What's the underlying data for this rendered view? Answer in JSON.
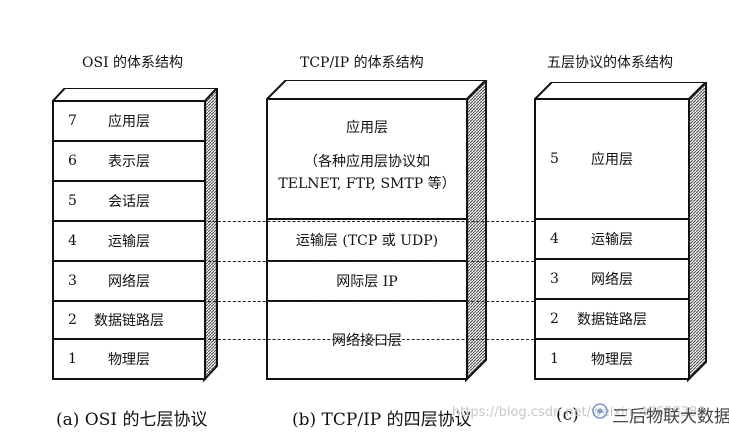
{
  "osi": {
    "title": "OSI 的体系结构",
    "layers": [
      {
        "num": "7",
        "name": "应用层"
      },
      {
        "num": "6",
        "name": "表示层"
      },
      {
        "num": "5",
        "name": "会话层"
      },
      {
        "num": "4",
        "name": "运输层"
      },
      {
        "num": "3",
        "name": "网络层"
      },
      {
        "num": "2",
        "name": "数据链路层"
      },
      {
        "num": "1",
        "name": "物理层"
      }
    ],
    "caption": "(a) OSI 的七层协议"
  },
  "tcpip": {
    "title": "TCP/IP 的体系结构",
    "app_line1": "应用层",
    "app_line2": "（各种应用层协议如",
    "app_line3": "TELNET, FTP, SMTP 等）",
    "transport": "运输层 (TCP 或 UDP)",
    "internet": "网际层 IP",
    "netif": "网络接口层",
    "caption": "(b) TCP/IP 的四层协议"
  },
  "five": {
    "title": "五层协议的体系结构",
    "layers": [
      {
        "num": "5",
        "name": "应用层"
      },
      {
        "num": "4",
        "name": "运输层"
      },
      {
        "num": "3",
        "name": "网络层"
      },
      {
        "num": "2",
        "name": "数据链路层"
      },
      {
        "num": "1",
        "name": "物理层"
      }
    ],
    "caption": "(c)"
  },
  "watermark": {
    "url": "https://blog.csdn.net/weixin_43688280",
    "brand": "三后物联大数据"
  }
}
